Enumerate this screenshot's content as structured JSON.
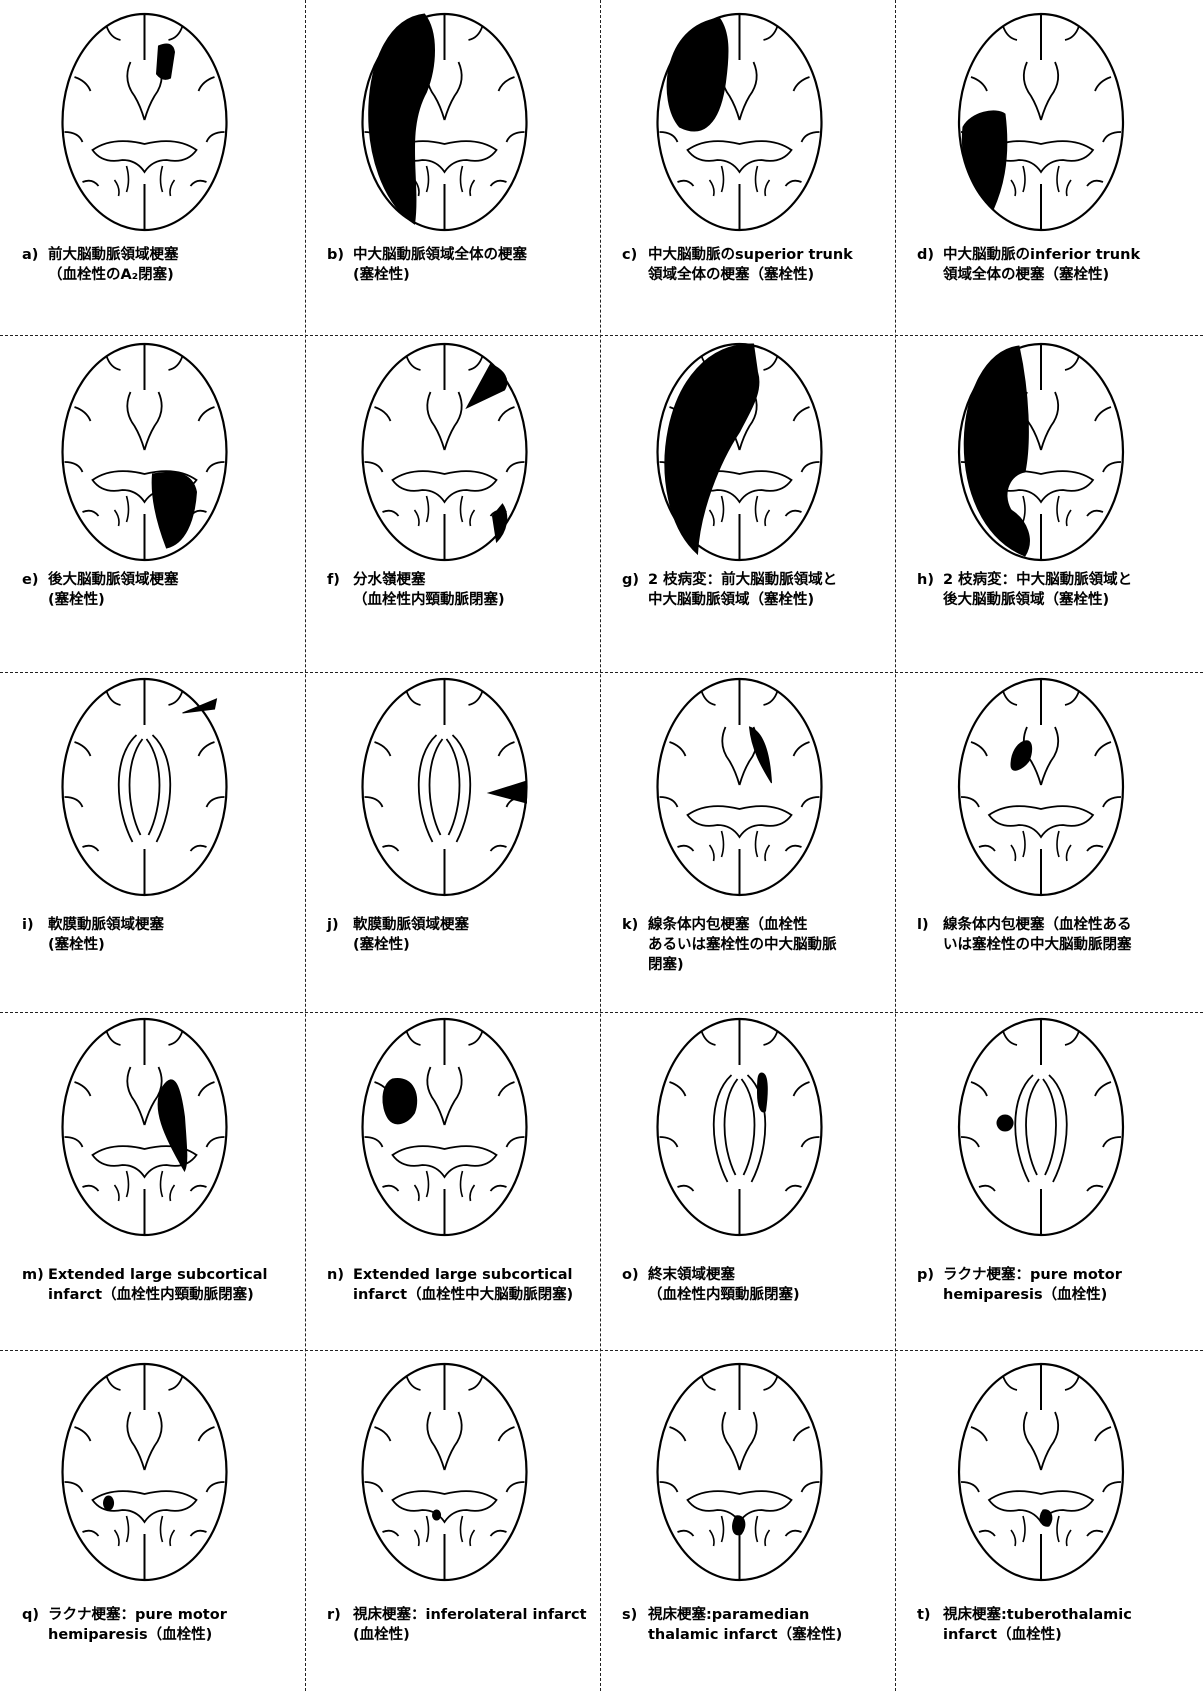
{
  "panels": [
    {
      "id": "a",
      "letter": "a)",
      "lines": [
        "前大脳動脈領域梗塞",
        "（血栓性のA₂閉塞)"
      ]
    },
    {
      "id": "b",
      "letter": "b)",
      "lines": [
        "中大脳動脈領域全体の梗塞",
        "(塞栓性)"
      ]
    },
    {
      "id": "c",
      "letter": "c)",
      "lines": [
        "中大脳動脈のsuperior trunk",
        "領域全体の梗塞（塞栓性)"
      ]
    },
    {
      "id": "d",
      "letter": "d)",
      "lines": [
        "中大脳動脈のinferior trunk",
        "領域全体の梗塞（塞栓性)"
      ]
    },
    {
      "id": "e",
      "letter": "e)",
      "lines": [
        "後大脳動脈領域梗塞",
        "(塞栓性)"
      ]
    },
    {
      "id": "f",
      "letter": "f)",
      "lines": [
        "分水嶺梗塞",
        "（血栓性内頸動脈閉塞)"
      ]
    },
    {
      "id": "g",
      "letter": "g)",
      "lines": [
        "2 枝病変：前大脳動脈領域と",
        "中大脳動脈領域（塞栓性)"
      ]
    },
    {
      "id": "h",
      "letter": "h)",
      "lines": [
        "2 枝病変：中大脳動脈領域と",
        "後大脳動脈領域（塞栓性)"
      ]
    },
    {
      "id": "i",
      "letter": "i)",
      "lines": [
        "軟膜動脈領域梗塞",
        "(塞栓性)"
      ]
    },
    {
      "id": "j",
      "letter": "j)",
      "lines": [
        "軟膜動脈領域梗塞",
        "(塞栓性)"
      ]
    },
    {
      "id": "k",
      "letter": "k)",
      "lines": [
        "線条体内包梗塞（血栓性",
        "あるいは塞栓性の中大脳動脈",
        "閉塞)"
      ]
    },
    {
      "id": "l",
      "letter": "l)",
      "lines": [
        "線条体内包梗塞（血栓性ある",
        "いは塞栓性の中大脳動脈閉塞"
      ]
    },
    {
      "id": "m",
      "letter": "m)",
      "lines": [
        "Extended large subcortical",
        "infarct（血栓性内頸動脈閉塞)"
      ]
    },
    {
      "id": "n",
      "letter": "n)",
      "lines": [
        "Extended large subcortical",
        "infarct（血栓性中大脳動脈閉塞)"
      ]
    },
    {
      "id": "o",
      "letter": "o)",
      "lines": [
        "終末領域梗塞",
        "（血栓性内頸動脈閉塞)"
      ]
    },
    {
      "id": "p",
      "letter": "p)",
      "lines": [
        "ラクナ梗塞：pure motor",
        "hemiparesis（血栓性)"
      ]
    },
    {
      "id": "q",
      "letter": "q)",
      "lines": [
        "ラクナ梗塞：pure motor",
        "hemiparesis（血栓性)"
      ]
    },
    {
      "id": "r",
      "letter": "r)",
      "lines": [
        "視床梗塞：inferolateral infarct",
        "(血栓性)"
      ]
    },
    {
      "id": "s",
      "letter": "s)",
      "lines": [
        "視床梗塞:paramedian",
        "thalamic infarct（塞栓性)"
      ]
    },
    {
      "id": "t",
      "letter": "t)",
      "lines": [
        "視床梗塞:tuberothalamic",
        "infarct（血栓性)"
      ]
    }
  ]
}
